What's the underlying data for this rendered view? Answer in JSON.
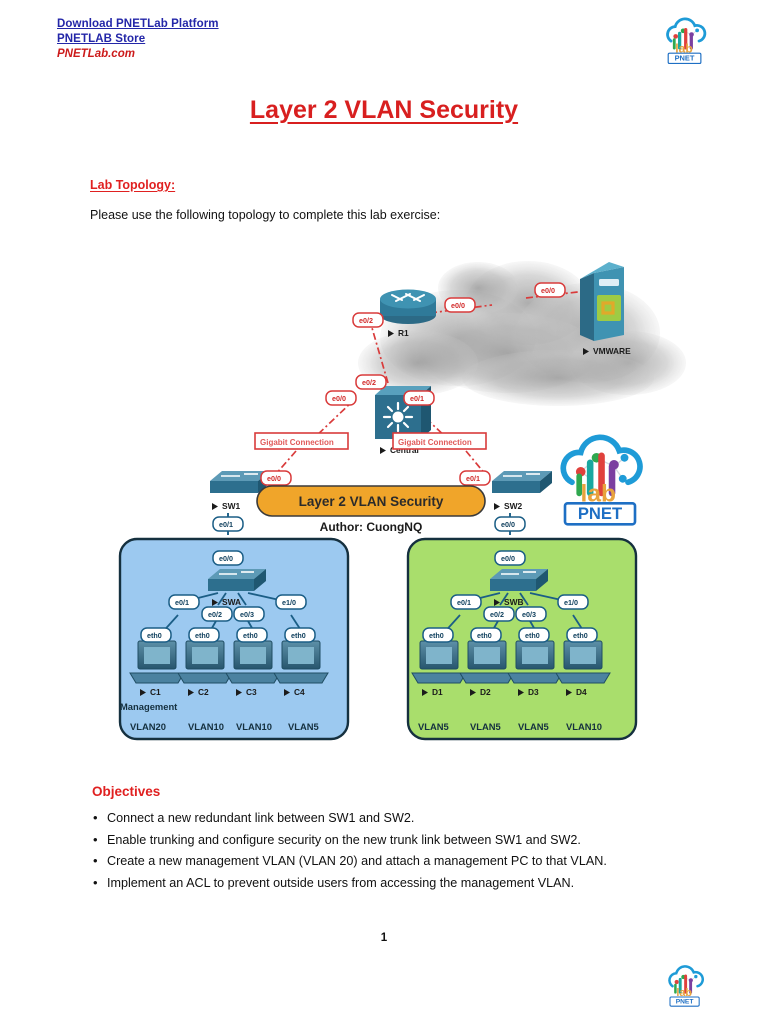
{
  "header": {
    "links": [
      {
        "label": "Download PNETLab Platform",
        "name": "download-pnetlab-platform-link"
      },
      {
        "label": "PNETLAB Store",
        "name": "pnetlab-store-link"
      }
    ],
    "site": "PNETLab.com",
    "logo_text_lab": "lab",
    "logo_text_pnet": "PNET"
  },
  "title": "Layer 2 VLAN Security",
  "lab_topology": {
    "heading": "Lab Topology:",
    "lead": "Please use the following topology to complete this lab exercise:"
  },
  "topology": {
    "banner": "Layer 2 VLAN Security",
    "author": "Author: CuongNQ",
    "nodes": {
      "r1": "R1",
      "vmware": "VMWARE",
      "central": "Central",
      "sw1": "SW1",
      "sw2": "SW2",
      "swa": "SWA",
      "swb": "SWB"
    },
    "links": {
      "central_up": "e0/2",
      "r1_down": "e0/2",
      "r1_right": "e0/0",
      "vmware_left": "e0/0",
      "central_left": "e0/0",
      "central_right": "e0/1",
      "sw1_up": "e0/0",
      "sw2_up": "e0/1",
      "sw1_down": "e0/1",
      "sw2_down": "e0/0",
      "swa_up": "e0/0",
      "swb_up": "e0/0",
      "gig_left": "Gigabit Connection",
      "gig_right": "Gigabit Connection"
    },
    "left_lan": {
      "switch": "SWA",
      "uplink": "e0/0",
      "ports": [
        "e0/1",
        "e0/2",
        "e0/3",
        "e1/0"
      ],
      "host_ports": [
        "eth0",
        "eth0",
        "eth0",
        "eth0"
      ],
      "hosts": [
        "C1",
        "C2",
        "C3",
        "C4"
      ],
      "management_note": "Management",
      "vlans": [
        "VLAN20",
        "VLAN10",
        "VLAN10",
        "VLAN5"
      ]
    },
    "right_lan": {
      "switch": "SWB",
      "uplink": "e0/0",
      "ports": [
        "e0/1",
        "e0/2",
        "e0/3",
        "e1/0"
      ],
      "host_ports": [
        "eth0",
        "eth0",
        "eth0",
        "eth0"
      ],
      "hosts": [
        "D1",
        "D2",
        "D3",
        "D4"
      ],
      "vlans": [
        "VLAN5",
        "VLAN5",
        "VLAN5",
        "VLAN10"
      ]
    },
    "colors": {
      "link_red": "#d93b3b",
      "link_blue": "#1b5e86",
      "left_box_fill": "#9CC9F0",
      "right_box_fill": "#A9DE6C",
      "box_border": "#15303f",
      "banner_fill": "#F0A52A"
    }
  },
  "objectives": {
    "heading": "Objectives",
    "items": [
      "Connect a new redundant link between SW1 and SW2.",
      "Enable trunking and configure security on the new trunk link between SW1 and SW2.",
      "Create a new management VLAN (VLAN 20) and attach a management PC to that VLAN.",
      "Implement an ACL to prevent outside users from accessing the management VLAN."
    ]
  },
  "footer": {
    "page_number": "1",
    "logo_text_lab": "lab",
    "logo_text_pnet": "PNET"
  }
}
